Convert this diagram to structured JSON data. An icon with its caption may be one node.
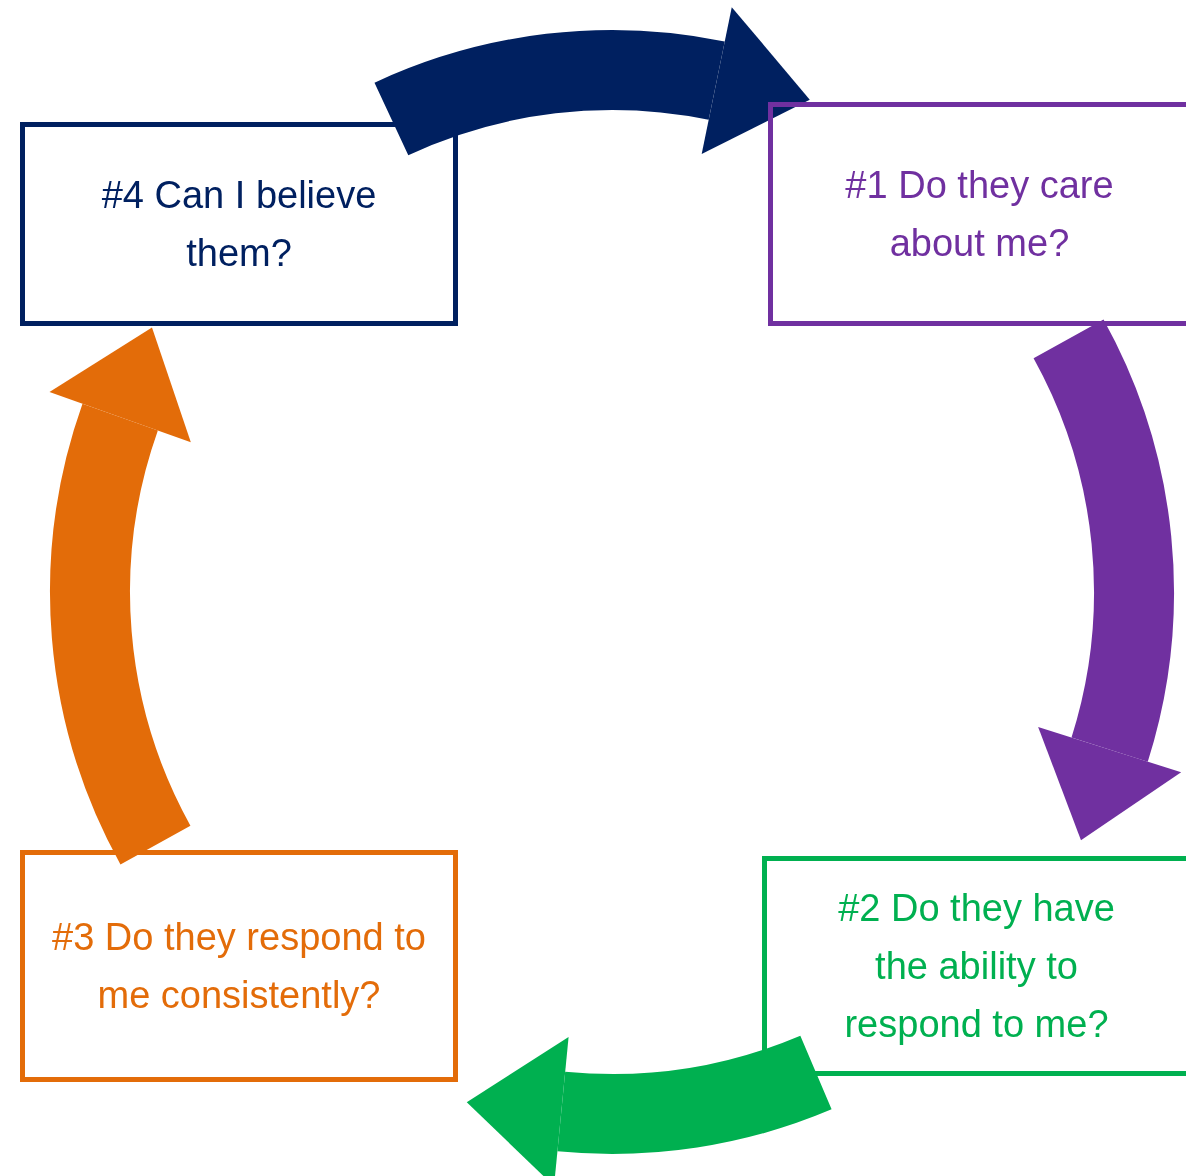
{
  "diagram": {
    "nodes": [
      {
        "text": [
          "#4 Can I believe them?"
        ]
      },
      {
        "text": [
          "#1 Do they care about me?"
        ]
      },
      {
        "text": [
          "#3 Do they respond to me consistently?"
        ]
      },
      {
        "text": [
          "#2 Do they have the ability to respond to me?"
        ]
      }
    ],
    "edges": [
      {
        "from": 0,
        "to": 1,
        "arrow": "to",
        "color": "#002060"
      },
      {
        "from": 1,
        "to": 3,
        "arrow": "to",
        "color": "#7030a0"
      },
      {
        "from": 3,
        "to": 2,
        "arrow": "to",
        "color": "#00b050"
      },
      {
        "from": 2,
        "to": 0,
        "arrow": "to",
        "color": "#e36c09"
      }
    ]
  }
}
